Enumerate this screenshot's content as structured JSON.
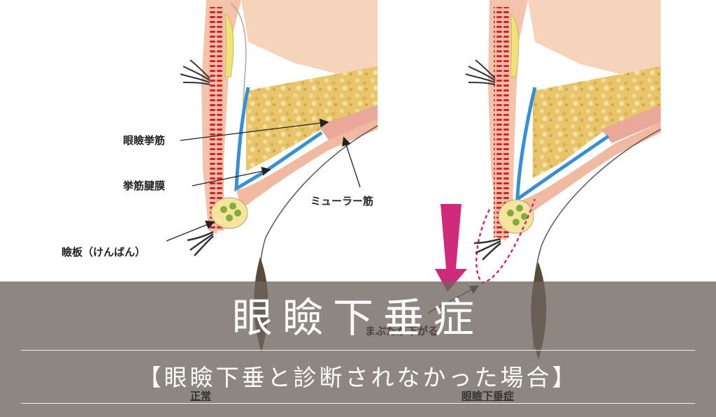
{
  "diagram": {
    "labels": {
      "levator_muscle": "眼瞼挙筋",
      "levator_aponeurosis": "挙筋腱膜",
      "muller_muscle": "ミューラー筋",
      "tarsus": "瞼板（けんばん）",
      "eyelid_droops": "まぶたが下がる"
    },
    "captions": {
      "normal": "正常",
      "ptosis": "眼瞼下垂症"
    }
  },
  "banner": {
    "title": "眼瞼下垂症",
    "subtitle": "【眼瞼下垂と診断されなかった場合】"
  },
  "colors": {
    "skin": "#f5c9b0",
    "fat": "#e6c66a",
    "aponeurosis": "#3a8fd0",
    "muscle_red": "#c8262b",
    "tarsal_gland": "#7fae3a",
    "arrow": "#d02a7a",
    "banner": "#6e645d"
  }
}
